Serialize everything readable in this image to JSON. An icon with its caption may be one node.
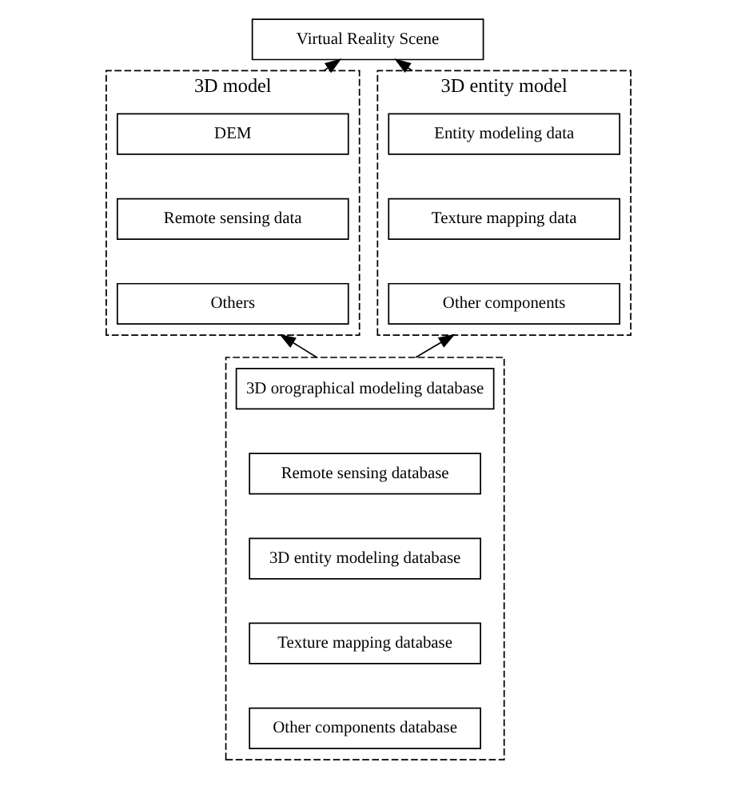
{
  "diagram": {
    "nodes": [
      {
        "text": [
          "Virtual Reality Scene"
        ]
      },
      {
        "text": [
          "3D model"
        ]
      },
      {
        "text": [
          "DEM"
        ],
        "in": 1
      },
      {
        "text": [
          "Remote sensing data"
        ],
        "in": 1
      },
      {
        "text": [
          "Others"
        ],
        "in": 1
      },
      {
        "text": [
          "3D entity model"
        ]
      },
      {
        "text": [
          "Entity modeling data"
        ],
        "in": 5
      },
      {
        "text": [
          "Texture mapping data"
        ],
        "in": 5
      },
      {
        "text": [
          "Other components"
        ],
        "in": 5
      },
      {
        "text": [],
        "shape": "box"
      },
      {
        "text": [
          "3D orographical modeling database"
        ],
        "in": 9
      },
      {
        "text": [
          "Remote sensing database"
        ],
        "in": 9
      },
      {
        "text": [
          "3D entity modeling database"
        ],
        "in": 9
      },
      {
        "text": [
          "Texture mapping database"
        ],
        "in": 9
      },
      {
        "text": [
          "Other components database"
        ],
        "in": 9
      }
    ],
    "edges": [
      {
        "from": 1,
        "to": 0,
        "arrow": "to"
      },
      {
        "from": 5,
        "to": 0,
        "arrow": "to"
      },
      {
        "from": 9,
        "to": 1,
        "arrow": "to"
      },
      {
        "from": 9,
        "to": 5,
        "arrow": "to"
      }
    ]
  }
}
